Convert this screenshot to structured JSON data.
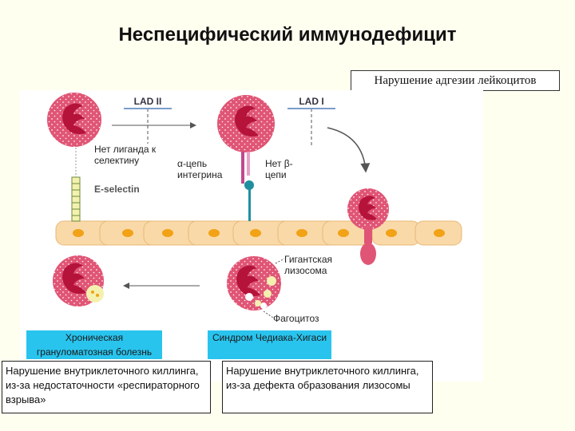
{
  "title": "Неспецифический иммунодефицит",
  "header_box": "Нарушение адгезии лейкоцитов",
  "diagram": {
    "lad2": "LAD II",
    "lad1": "LAD I",
    "no_ligand": "Нет лиганда к селектину",
    "alpha_chain": "α-цепь интегрина",
    "no_beta": "Нет β-цепи",
    "e_selectin": "E-selectin",
    "giant_lysosome": "Гигантская лизосома",
    "phagocytosis": "Фагоцитоз"
  },
  "diseases": {
    "cgd": "Хроническая грануломатозная болезнь",
    "chs": "Синдром Чедиака-Хигаси"
  },
  "notes": {
    "left": "Нарушение внутриклеточного киллинга, из-за недостаточности «респираторного взрыва»",
    "right": "Нарушение внутриклеточного киллинга, из-за дефекта образования лизосомы"
  },
  "colors": {
    "cell": "#E05575",
    "nucleus": "#B5133A",
    "endothelium": "#F9D9A8",
    "endo_nucleus": "#F2A216",
    "highlight": "#29C4EE"
  }
}
